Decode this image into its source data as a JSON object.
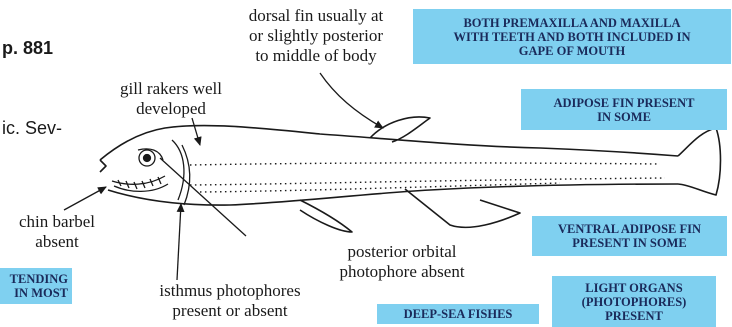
{
  "fragments": {
    "page_ref": "p. 881",
    "text_cut": "ic. Sev-"
  },
  "labels": {
    "dorsal_fin": [
      "dorsal fin usually at",
      "or slightly posterior",
      "to middle of body"
    ],
    "gill_rakers": [
      "gill rakers well",
      "developed"
    ],
    "chin_barbel": [
      "chin barbel",
      "absent"
    ],
    "isthmus": [
      "isthmus photophores",
      "present or absent"
    ],
    "posterior_orbital": [
      "posterior orbital",
      "photophore absent"
    ]
  },
  "boxes": {
    "premaxilla": [
      "BOTH PREMAXILLA AND MAXILLA",
      "WITH TEETH AND BOTH INCLUDED IN",
      "GAPE OF MOUTH"
    ],
    "adipose": [
      "ADIPOSE FIN PRESENT",
      "IN SOME"
    ],
    "ventral_adipose": [
      "VENTRAL ADIPOSE FIN",
      "PRESENT IN SOME"
    ],
    "light_organs": [
      "LIGHT ORGANS",
      "(PHOTOPHORES)",
      "PRESENT"
    ],
    "deep_sea": [
      "DEEP-SEA FISHES"
    ],
    "cut_left": [
      "TENDING",
      "IN MOST"
    ]
  },
  "colors": {
    "box_bg": "#7fd0f0",
    "box_text": "#1a2a5a",
    "line": "#1a1a1a"
  }
}
